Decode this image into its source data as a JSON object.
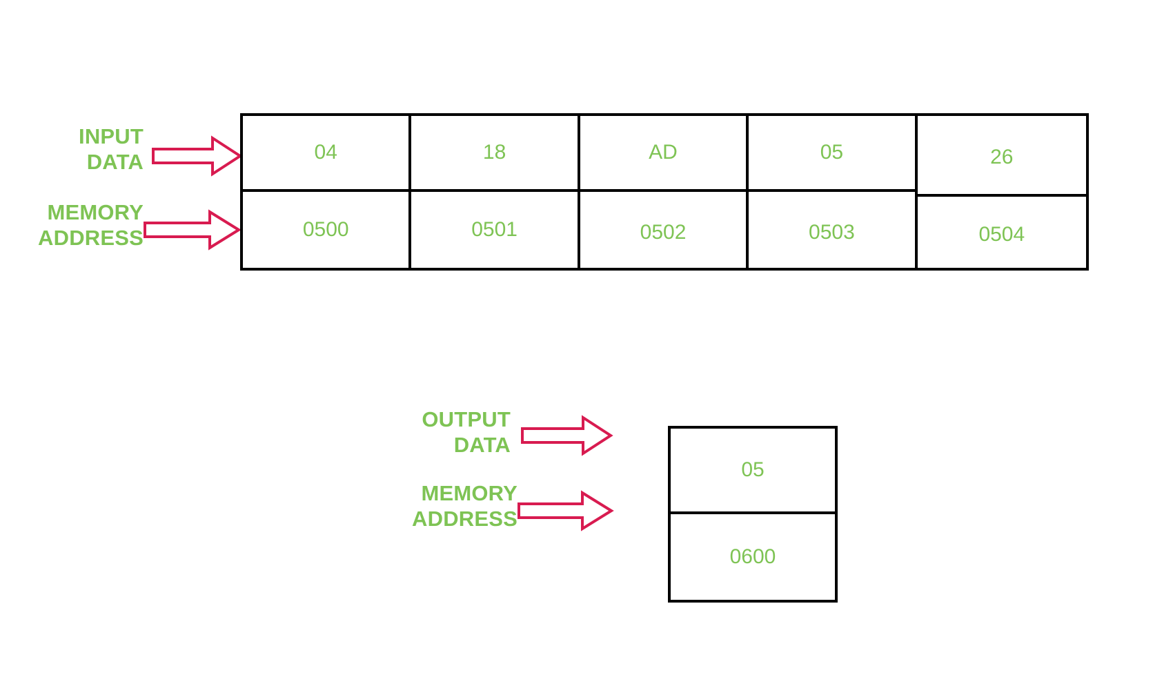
{
  "diagram": {
    "title": "Memory data and address mapping diagram",
    "colors": {
      "label_green": "#7ec354",
      "value_green": "#7ec354",
      "arrow_crimson": "#d81b50",
      "table_border": "#000000",
      "background": "#ffffff"
    },
    "input_section": {
      "data_label": "INPUT\nDATA",
      "address_label": "MEMORY\nADDRESS",
      "data_arrow_icon": "right-arrow-outline-icon",
      "address_arrow_icon": "right-arrow-outline-icon",
      "cells": [
        {
          "data": "04",
          "address": "0500"
        },
        {
          "data": "18",
          "address": "0501"
        },
        {
          "data": "AD",
          "address": "0502"
        },
        {
          "data": "05",
          "address": "0503"
        },
        {
          "data": "26",
          "address": "0504"
        }
      ]
    },
    "output_section": {
      "data_label": "OUTPUT\nDATA",
      "address_label": "MEMORY\nADDRESS",
      "data_arrow_icon": "right-arrow-outline-icon",
      "address_arrow_icon": "right-arrow-outline-icon",
      "cells": [
        {
          "data": "05",
          "address": "0600"
        }
      ]
    }
  }
}
